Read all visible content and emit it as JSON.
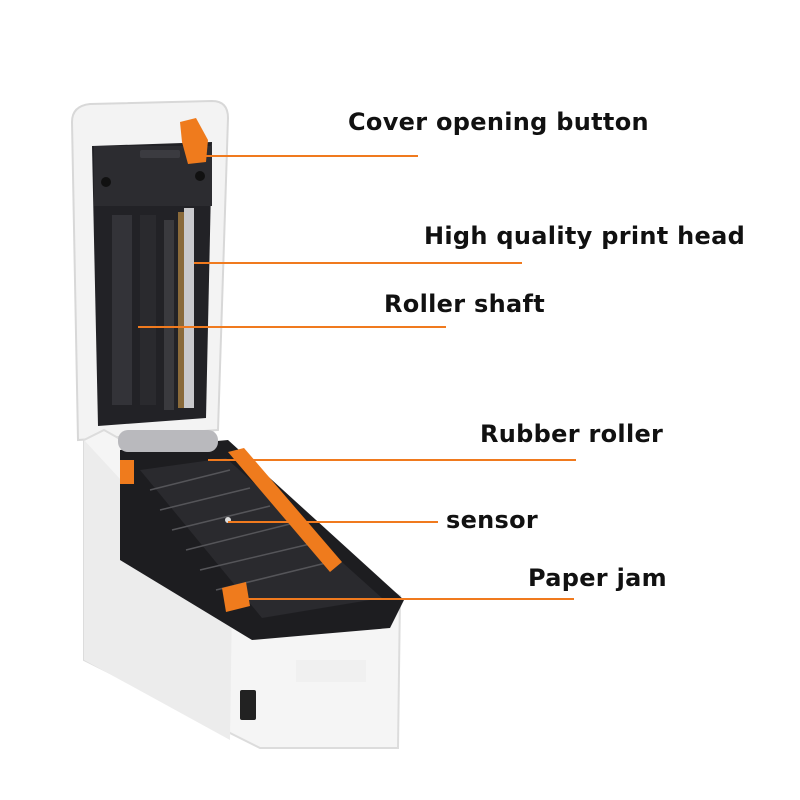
{
  "figure": {
    "subject": "thermal label printer with open cover",
    "accent_color": "#f07a1e",
    "labels": [
      {
        "id": "cover-opening-button",
        "text": "Cover opening button"
      },
      {
        "id": "print-head",
        "text": "High quality print head"
      },
      {
        "id": "roller-shaft",
        "text": "Roller shaft"
      },
      {
        "id": "rubber-roller",
        "text": "Rubber roller"
      },
      {
        "id": "sensor",
        "text": "sensor"
      },
      {
        "id": "paper-jam",
        "text": "Paper jam"
      }
    ]
  }
}
